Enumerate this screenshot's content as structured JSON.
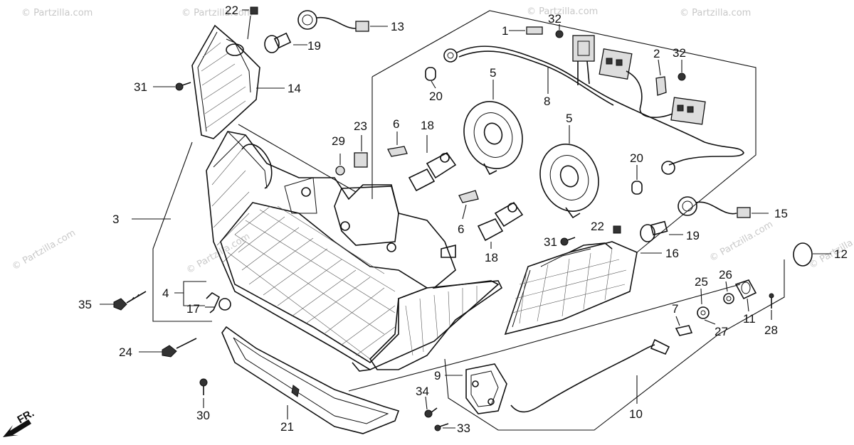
{
  "watermark": "© Partzilla.com",
  "direction_label": "FR.",
  "callouts": {
    "c1": "1",
    "c2": "2",
    "c3": "3",
    "c4": "4",
    "c5a": "5",
    "c5b": "5",
    "c6a": "6",
    "c6b": "6",
    "c7": "7",
    "c8": "8",
    "c9": "9",
    "c10": "10",
    "c11": "11",
    "c12": "12",
    "c13": "13",
    "c14": "14",
    "c15": "15",
    "c16": "16",
    "c17": "17",
    "c18a": "18",
    "c18b": "18",
    "c19a": "19",
    "c19b": "19",
    "c20a": "20",
    "c20b": "20",
    "c21": "21",
    "c22a": "22",
    "c22b": "22",
    "c23": "23",
    "c24": "24",
    "c25": "25",
    "c26": "26",
    "c27": "27",
    "c28": "28",
    "c29": "29",
    "c30": "30",
    "c31a": "31",
    "c31b": "31",
    "c32a": "32",
    "c32b": "32",
    "c33": "33",
    "c34": "34",
    "c35": "35"
  }
}
